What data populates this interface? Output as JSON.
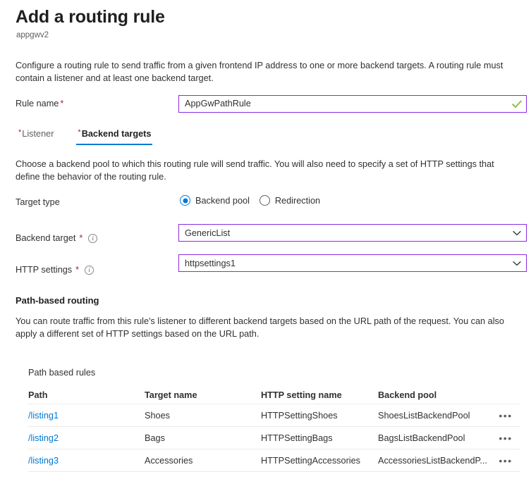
{
  "header": {
    "title": "Add a routing rule",
    "subtitle": "appgwv2"
  },
  "intro": "Configure a routing rule to send traffic from a given frontend IP address to one or more backend targets. A routing rule must contain a listener and at least one backend target.",
  "rule_name": {
    "label": "Rule name",
    "required_marker": "*",
    "value": "AppGwPathRule",
    "valid_icon": "check-icon"
  },
  "tabs": [
    {
      "label": "Listener",
      "required_marker": "*",
      "active": false
    },
    {
      "label": "Backend targets",
      "required_marker": "*",
      "active": true
    }
  ],
  "section": {
    "description": "Choose a backend pool to which this routing rule will send traffic. You will also need to specify a set of HTTP settings that define the behavior of the routing rule."
  },
  "target_type": {
    "label": "Target type",
    "options": [
      {
        "label": "Backend pool",
        "selected": true
      },
      {
        "label": "Redirection",
        "selected": false
      }
    ]
  },
  "backend_target": {
    "label": "Backend target",
    "required_marker": "*",
    "info_icon": "info-icon",
    "value": "GenericList"
  },
  "http_settings": {
    "label": "HTTP settings",
    "required_marker": "*",
    "info_icon": "info-icon",
    "value": "httpsettings1"
  },
  "path_based_routing": {
    "title": "Path-based routing",
    "description": "You can route traffic from this rule's listener to different backend targets based on the URL path of the request. You can also apply a different set of HTTP settings based on the URL path."
  },
  "table": {
    "caption": "Path based rules",
    "columns": [
      "Path",
      "Target name",
      "HTTP setting name",
      "Backend pool"
    ],
    "rows": [
      {
        "path": "/listing1",
        "target_name": "Shoes",
        "http_setting_name": "HTTPSettingShoes",
        "backend_pool": "ShoesListBackendPool",
        "menu": "•••"
      },
      {
        "path": "/listing2",
        "target_name": "Bags",
        "http_setting_name": "HTTPSettingBags",
        "backend_pool": "BagsListBackendPool",
        "menu": "•••"
      },
      {
        "path": "/listing3",
        "target_name": "Accessories",
        "http_setting_name": "HTTPSettingAccessories",
        "backend_pool": "AccessoriesListBackendP...",
        "menu": "•••"
      }
    ]
  },
  "colors": {
    "accent_blue": "#0078d4",
    "field_border_purple": "#8a2be2",
    "required_red": "#a4262c",
    "valid_green": "#8cbf3f",
    "text_primary": "#323130",
    "text_secondary": "#605e5c",
    "divider": "#edebe9"
  }
}
